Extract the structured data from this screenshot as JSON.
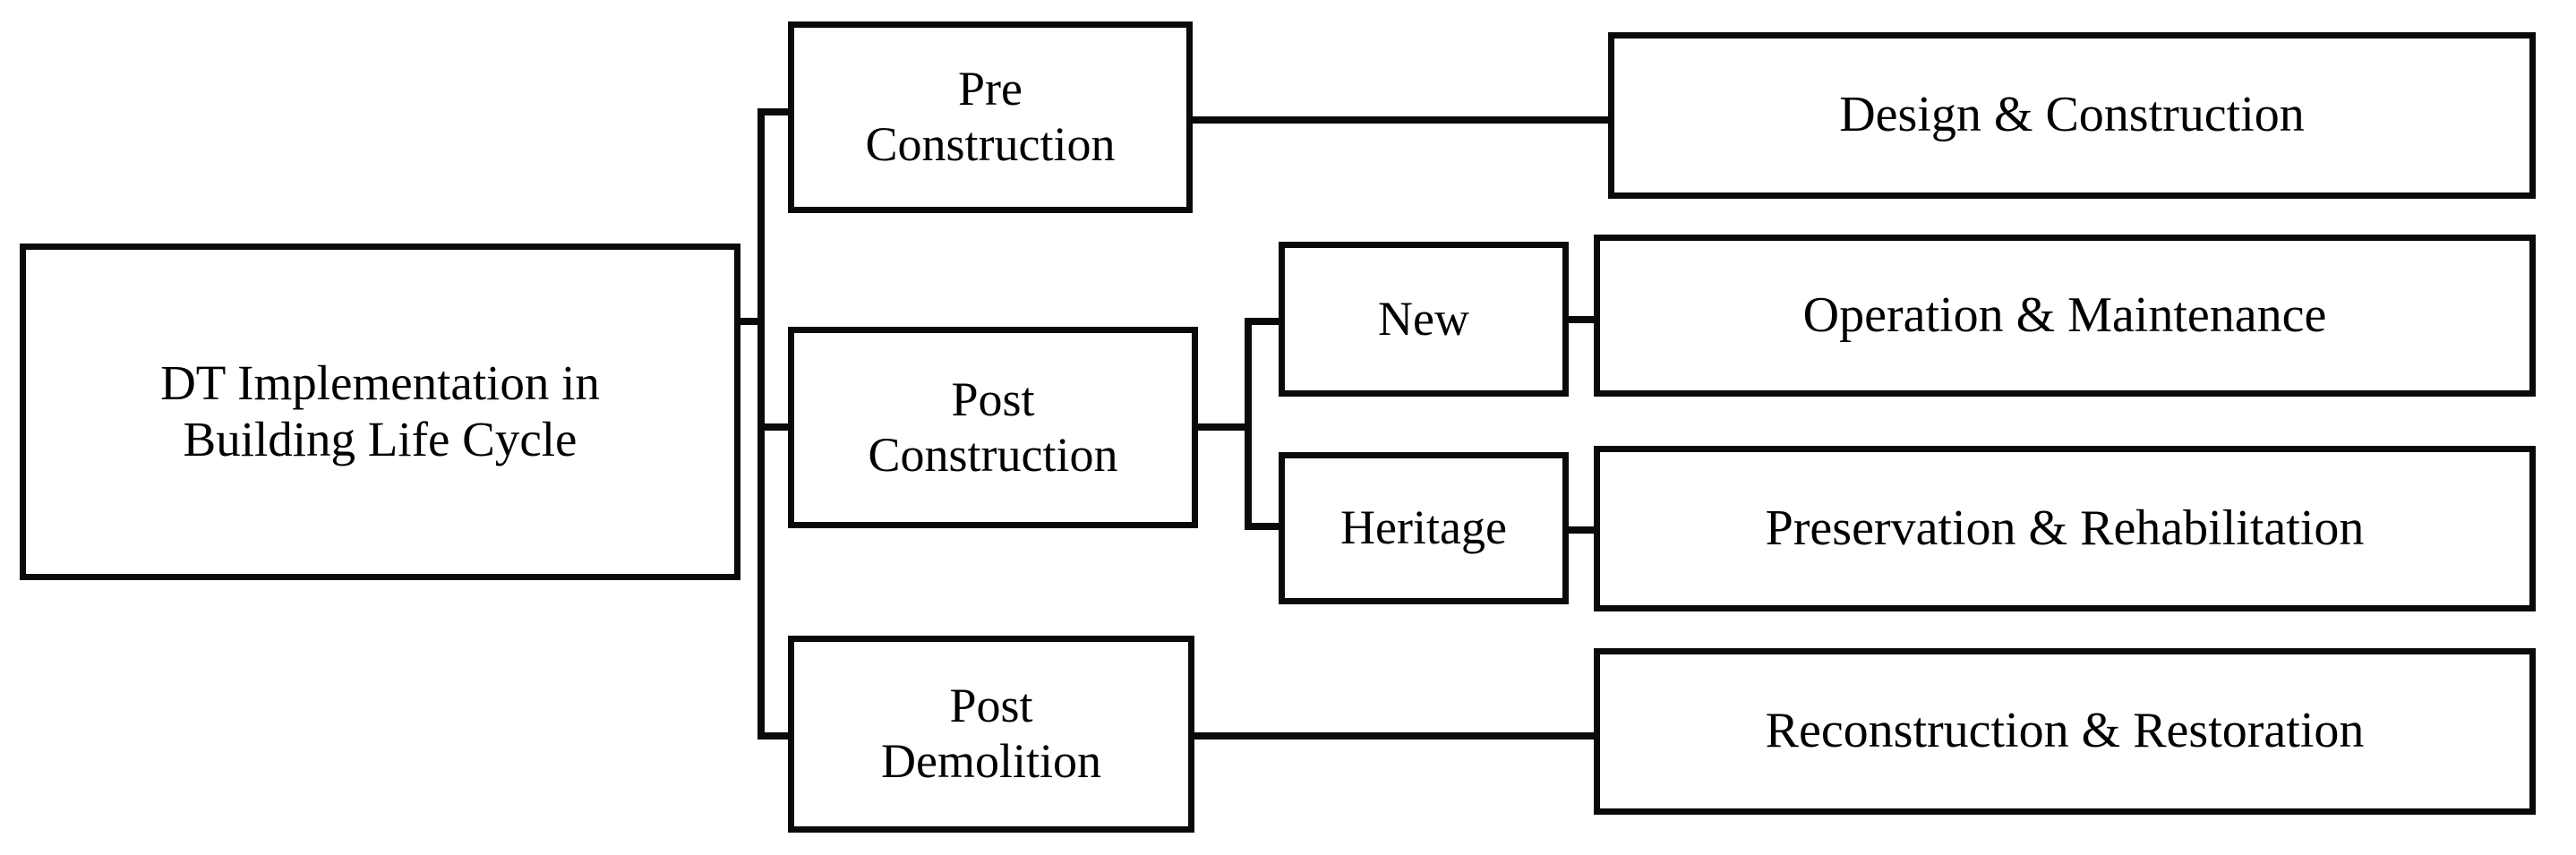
{
  "diagram": {
    "title_text": "DT Implementation in Building Life Cycle",
    "style": {
      "stroke_color": "#0a0a0a",
      "fill_color": "#ffffff",
      "text_color": "#000000"
    },
    "root": {
      "id": "root",
      "label": "DT Implementation in\nBuilding Life Cycle"
    },
    "phases": [
      {
        "id": "pre-construction",
        "label": "Pre\nConstruction"
      },
      {
        "id": "post-construction",
        "label": "Post\nConstruction"
      },
      {
        "id": "post-demolition",
        "label": "Post\nDemolition"
      }
    ],
    "building_types": [
      {
        "id": "new",
        "label": "New"
      },
      {
        "id": "heritage",
        "label": "Heritage"
      }
    ],
    "outcomes": [
      {
        "id": "design-construction",
        "label": "Design & Construction"
      },
      {
        "id": "operation-maintenance",
        "label": "Operation & Maintenance"
      },
      {
        "id": "preservation-rehabilitation",
        "label": "Preservation & Rehabilitation"
      },
      {
        "id": "reconstruction-restoration",
        "label": "Reconstruction & Restoration"
      }
    ],
    "edges": [
      {
        "from": "root",
        "to": "pre-construction"
      },
      {
        "from": "root",
        "to": "post-construction"
      },
      {
        "from": "root",
        "to": "post-demolition"
      },
      {
        "from": "pre-construction",
        "to": "design-construction"
      },
      {
        "from": "post-construction",
        "to": "new"
      },
      {
        "from": "post-construction",
        "to": "heritage"
      },
      {
        "from": "new",
        "to": "operation-maintenance"
      },
      {
        "from": "heritage",
        "to": "preservation-rehabilitation"
      },
      {
        "from": "post-demolition",
        "to": "reconstruction-restoration"
      }
    ]
  }
}
